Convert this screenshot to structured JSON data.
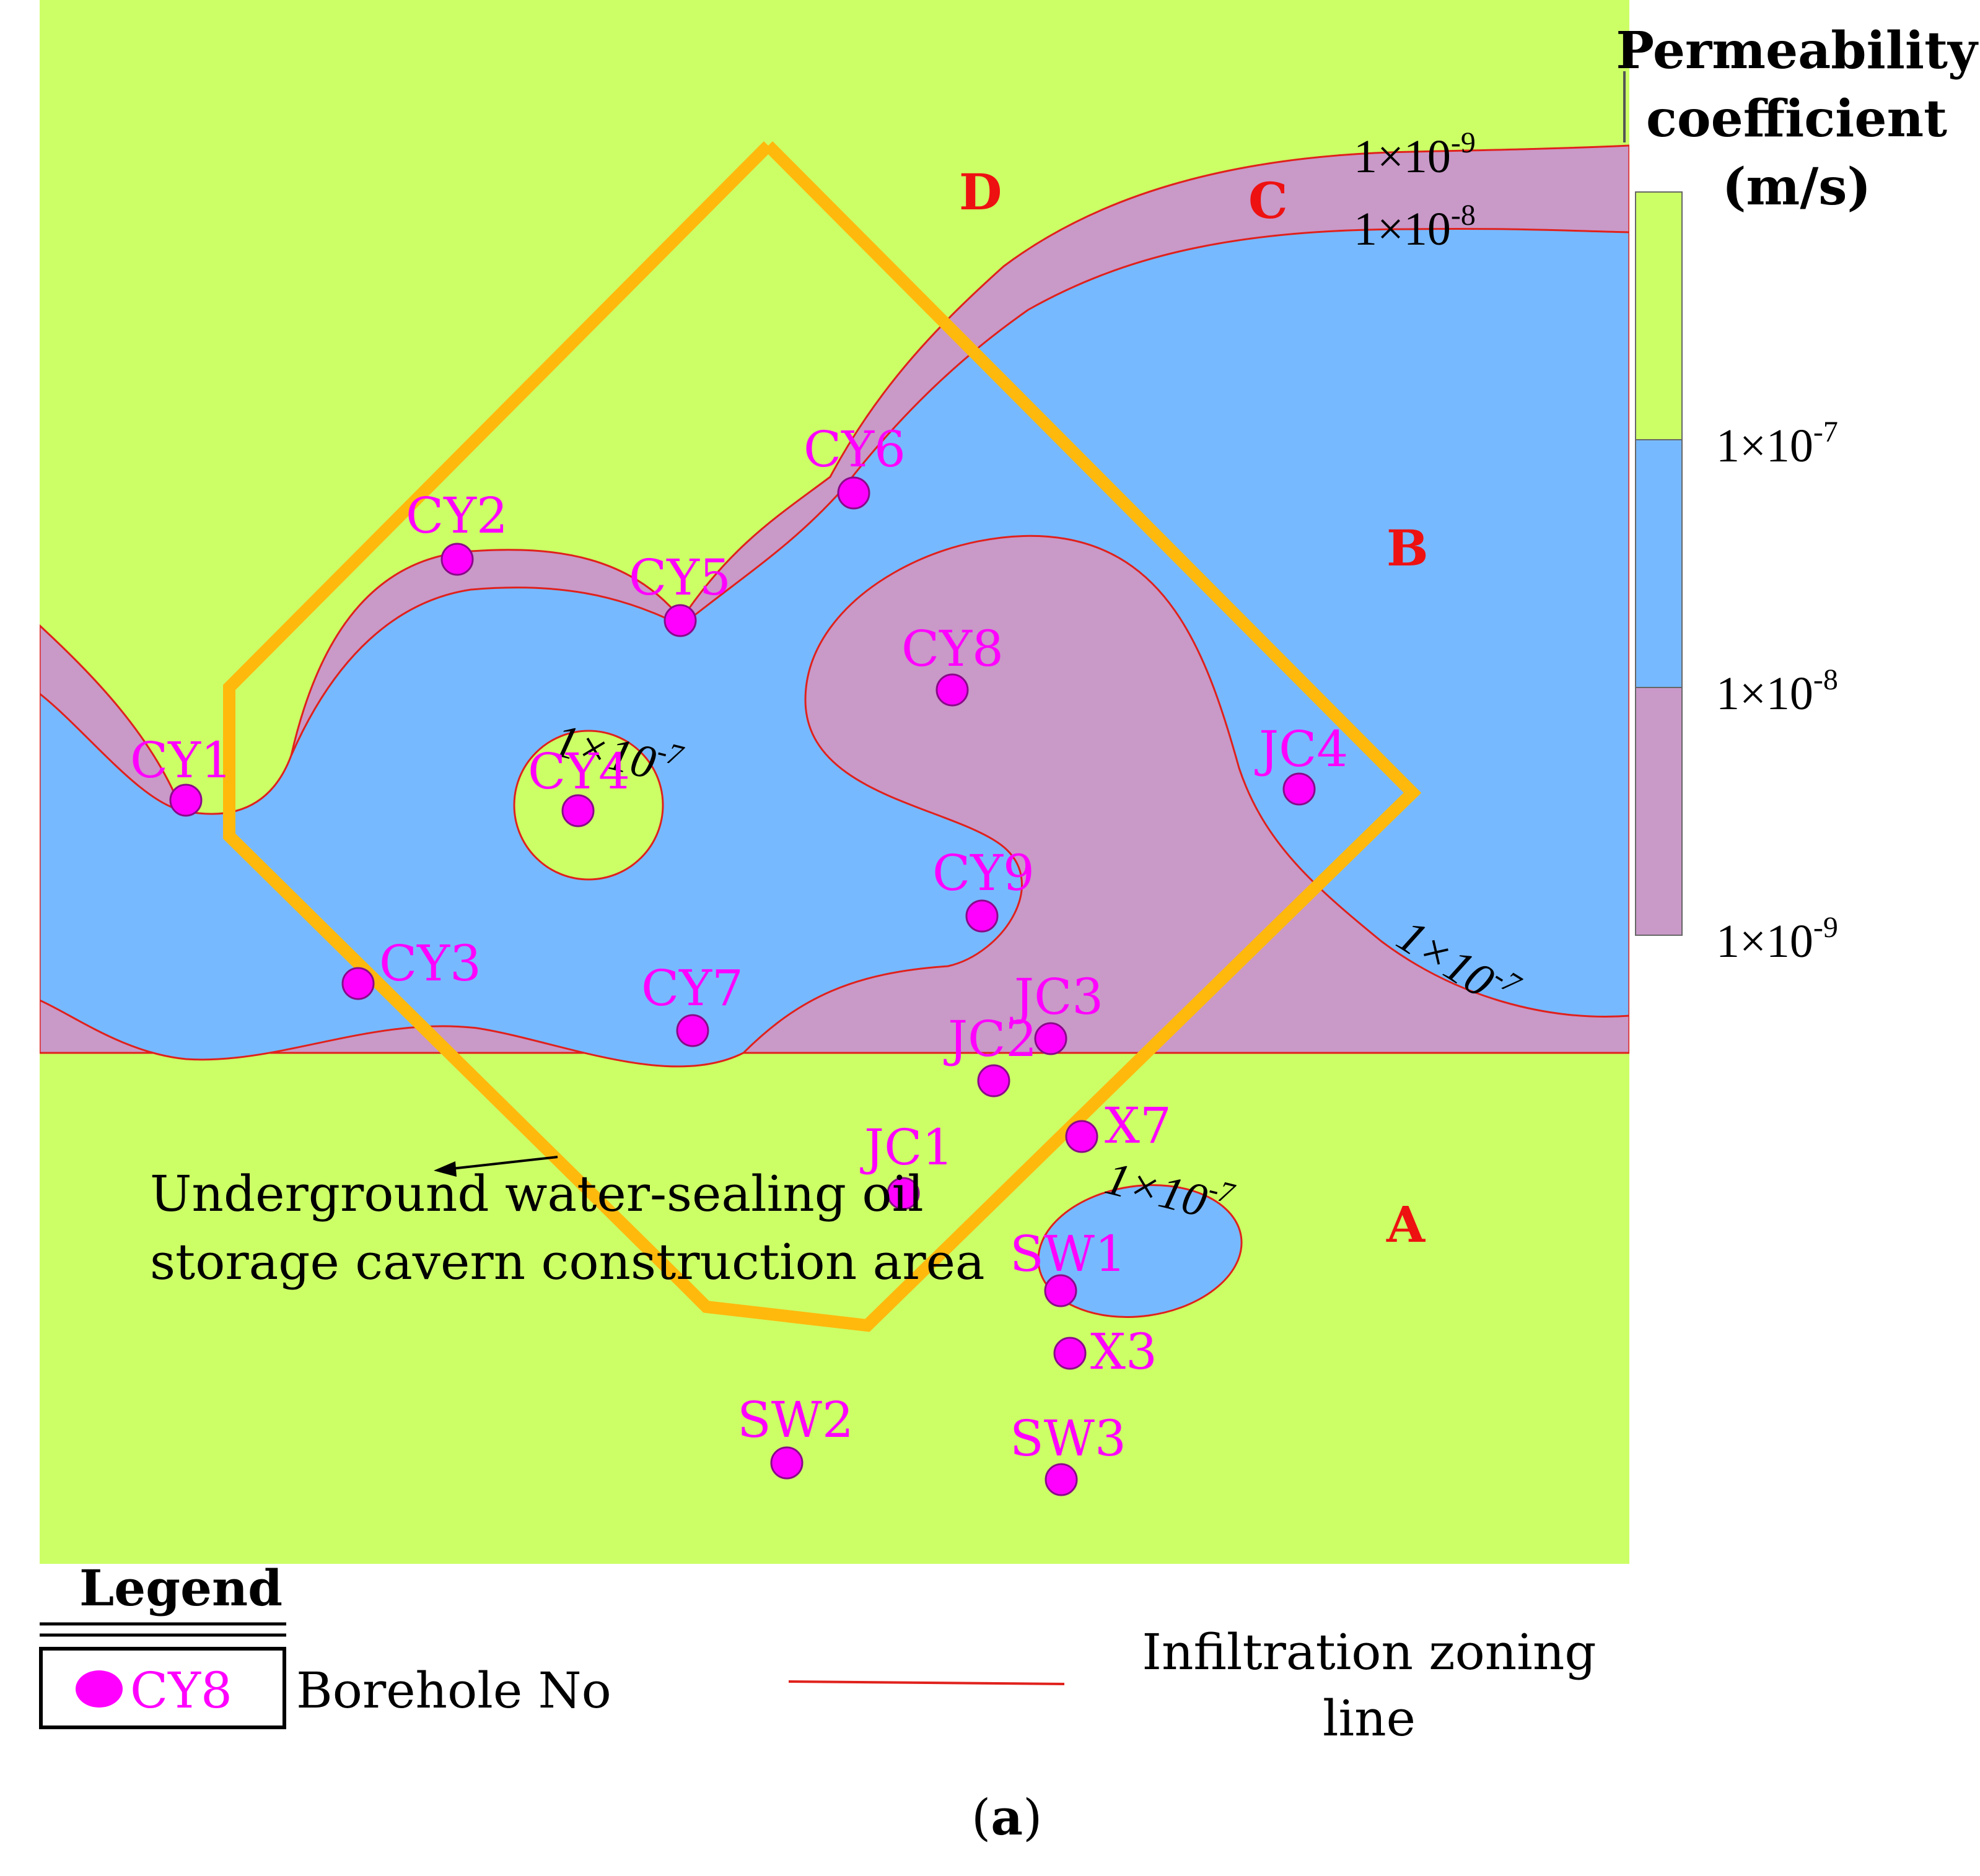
{
  "colors": {
    "zone_A": "#ccff66",
    "zone_B": "#77b9ff",
    "zone_C": "#c999c8",
    "zone_D": "#ffffff",
    "zoning_line": "#e0211c",
    "construction_boundary": "#ffb90d",
    "borehole": "#ff00ff",
    "zone_letter": "#ee1111"
  },
  "legend_bar": {
    "title_lines": [
      "Permeability",
      "coefficient",
      "(m/s)"
    ],
    "ticks": [
      {
        "base": "1×10",
        "exp": "-7"
      },
      {
        "base": "1×10",
        "exp": "-8"
      },
      {
        "base": "1×10",
        "exp": "-9"
      }
    ]
  },
  "zones": [
    {
      "letter": "A",
      "permeability": "1×10-7"
    },
    {
      "letter": "B",
      "permeability": "1×10-8"
    },
    {
      "letter": "C",
      "permeability": "1×10-9"
    },
    {
      "letter": "D",
      "permeability": ""
    }
  ],
  "value_labels": [
    {
      "base": "1×10",
      "exp": "-9"
    },
    {
      "base": "1×10",
      "exp": "-8"
    },
    {
      "base": "1×10",
      "exp": "-7"
    },
    {
      "base": "1×10",
      "exp": "-7"
    },
    {
      "base": "1×10",
      "exp": "-7"
    }
  ],
  "boreholes": [
    "CY1",
    "CY2",
    "CY3",
    "CY4",
    "CY5",
    "CY6",
    "CY7",
    "CY8",
    "CY9",
    "JC1",
    "JC2",
    "JC3",
    "JC4",
    "X7",
    "X3",
    "SW1",
    "SW2",
    "SW3"
  ],
  "annotation": {
    "line1": "Underground water-sealing oil",
    "line2": "storage cavern construction area"
  },
  "legend": {
    "title": "Legend",
    "borehole_sample": "CY8",
    "borehole_label": "Borehole No",
    "zoning_label_line1": "Infiltration zoning",
    "zoning_label_line2": "line"
  },
  "caption": {
    "open": "(",
    "letter": "a",
    "close": ")"
  }
}
